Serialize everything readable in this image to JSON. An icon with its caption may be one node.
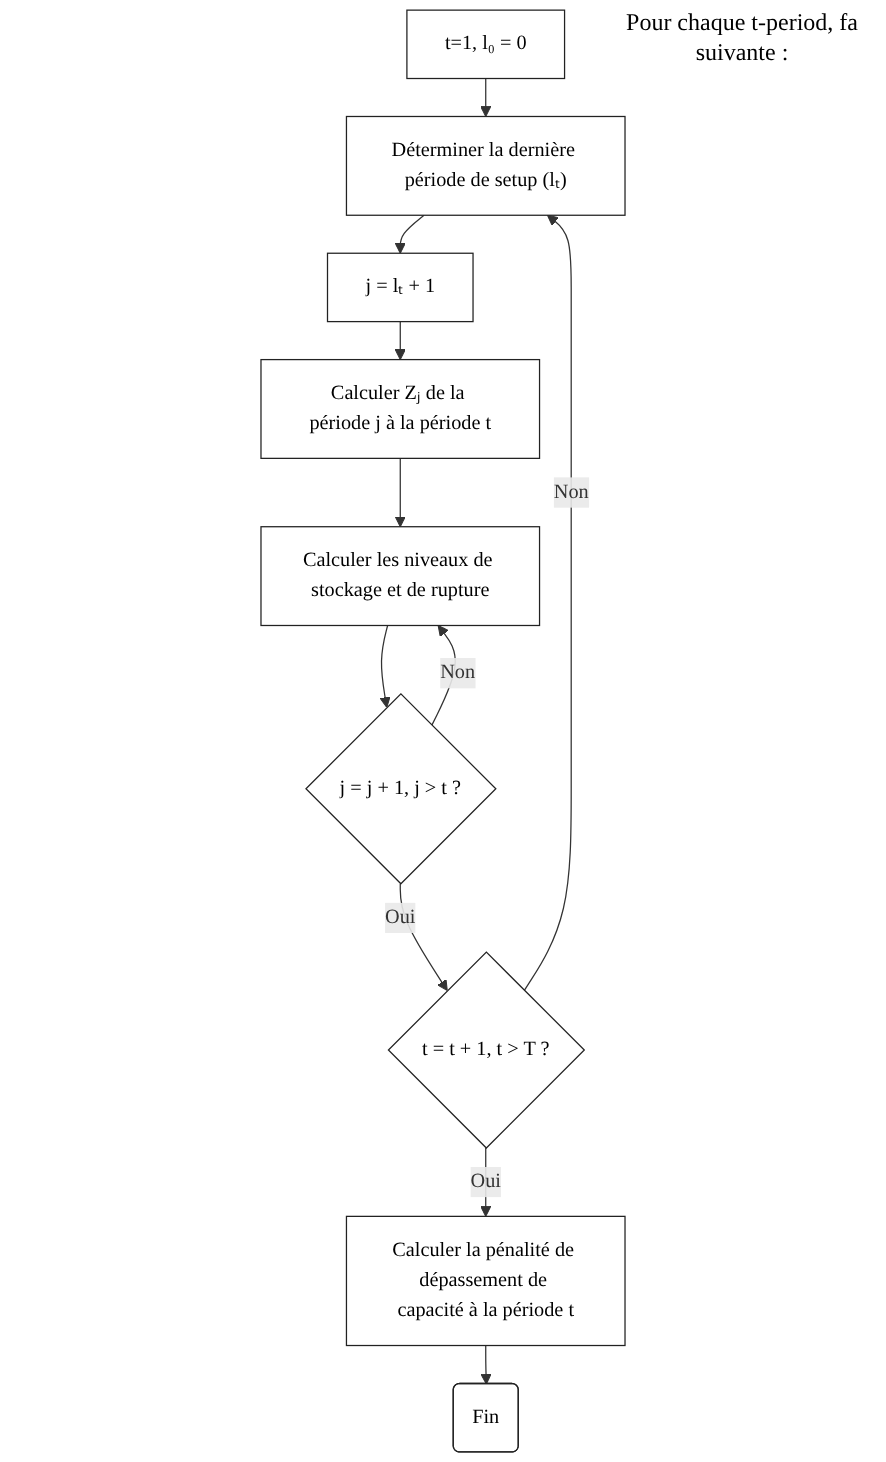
{
  "diagram": {
    "nodes": [
      {
        "text": [
          "t=1, l₀ = 0"
        ]
      },
      {
        "text": [
          "Déterminer la dernière période de setup (lₜ)"
        ]
      },
      {
        "text": [
          "j = lₜ + 1"
        ]
      },
      {
        "text": [
          "Calculer Zⱼ de la période j à la période t"
        ]
      },
      {
        "text": [
          "Calculer les niveaux de stockage et de rupture"
        ]
      },
      {
        "text": [
          "j = j + 1, j > t ?"
        ]
      },
      {
        "text": [
          "t = t + 1, t > T ?"
        ]
      },
      {
        "text": [
          "Calculer la pénalité de dépassement de capacité à la période t"
        ]
      },
      {
        "text": [
          "Fin"
        ]
      }
    ],
    "edges": [
      {
        "from": 0,
        "to": 1,
        "arrow": "to"
      },
      {
        "from": 1,
        "to": 2,
        "arrow": "to"
      },
      {
        "from": 2,
        "to": 3,
        "arrow": "to"
      },
      {
        "from": 3,
        "to": 4,
        "arrow": "to"
      },
      {
        "from": 4,
        "to": 5,
        "arrow": "to"
      },
      {
        "from": 5,
        "to": 4,
        "arrow": "to",
        "label": "Non"
      },
      {
        "from": 5,
        "to": 6,
        "arrow": "to",
        "label": "Oui"
      },
      {
        "from": 6,
        "to": 1,
        "arrow": "to",
        "label": "Non"
      },
      {
        "from": 6,
        "to": 7,
        "arrow": "to",
        "label": "Oui"
      },
      {
        "from": 7,
        "to": 8,
        "arrow": "to"
      }
    ],
    "labels": [
      "Pour chaque t-period, fa suivante :"
    ]
  }
}
